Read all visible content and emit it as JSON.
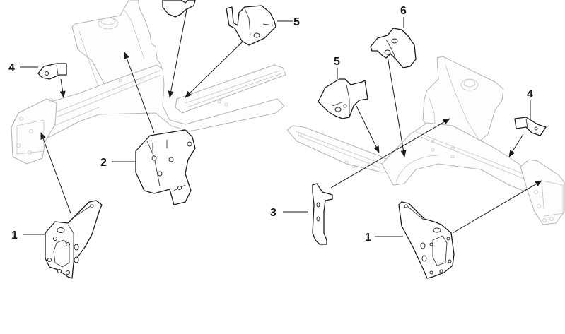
{
  "diagram": {
    "type": "exploded-parts-diagram",
    "callouts": {
      "left_1": "1",
      "left_2": "2",
      "left_4": "4",
      "left_5": "5",
      "right_1": "1",
      "right_3": "3",
      "right_4": "4",
      "right_5": "5",
      "right_6": "6"
    },
    "colors": {
      "line": "#1a1a1a",
      "frame_line": "#b4b4b4",
      "background": "#ffffff"
    }
  }
}
